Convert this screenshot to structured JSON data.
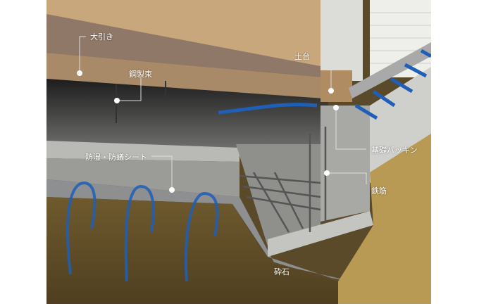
{
  "labels": {
    "oobiki": "大引き",
    "kouseizuka": "鋼製束",
    "dodai": "土台",
    "kiso_packing": "基礎パッキン",
    "sheet": "防湿・防蟻シート",
    "tekkin": "鉄筋",
    "saiseki": "砕石"
  },
  "colors": {
    "wood": "#c9a77c",
    "concrete": "#9a9a98",
    "soil": "#8a7240",
    "arrow_blue": "#1f5fb8"
  }
}
